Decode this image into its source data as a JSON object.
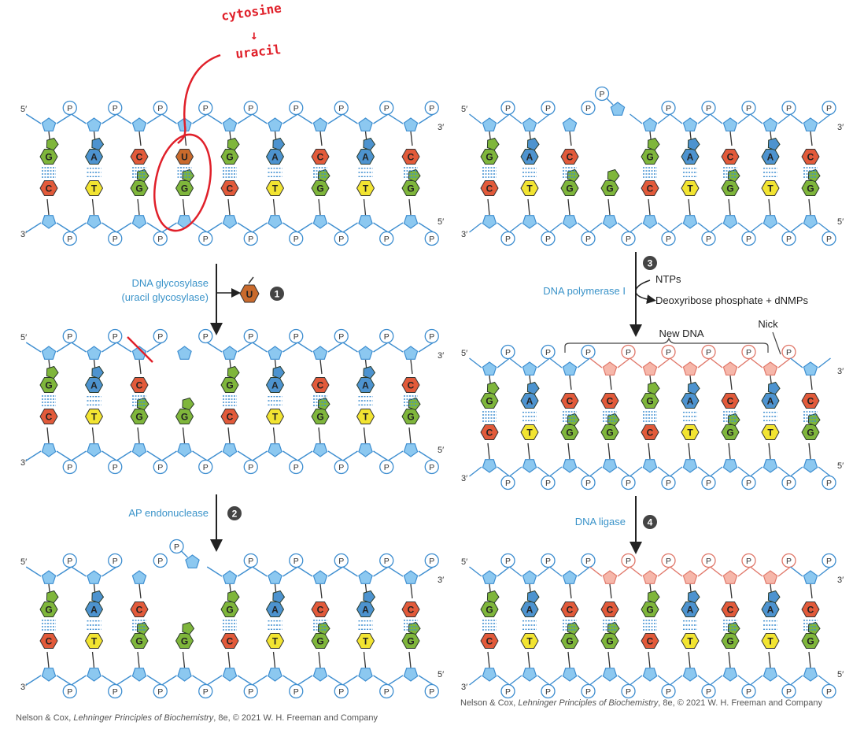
{
  "strand_labels": {
    "five_prime": "5′",
    "three_prime": "3′"
  },
  "phosphate_label": "P",
  "colors": {
    "backbone": "#3e8ed0",
    "sugar_fill": "#8cc8f0",
    "new_backbone": "#e0786a",
    "new_sugar_fill": "#f6b7aa",
    "G": "#7fb63b",
    "A": "#4d93cf",
    "C": "#e25a3a",
    "T": "#f2e431",
    "U": "#c96a2c",
    "hbond": "#3e8ed0",
    "enzyme_text": "#3a93c9",
    "step_badge": "#444444",
    "annotation_red": "#e0202a"
  },
  "panels": [
    {
      "id": "p1",
      "top": [
        "G",
        "A",
        "C",
        "U",
        "G",
        "A",
        "C",
        "A",
        "C"
      ],
      "bottom": [
        "C",
        "T",
        "G",
        "G",
        "C",
        "T",
        "G",
        "T",
        "G"
      ]
    },
    {
      "id": "p2",
      "top": [
        "G",
        "A",
        "C",
        "",
        "G",
        "A",
        "C",
        "A",
        "C"
      ],
      "bottom": [
        "C",
        "T",
        "G",
        "G",
        "C",
        "T",
        "G",
        "T",
        "G"
      ]
    },
    {
      "id": "p3",
      "top": [
        "G",
        "A",
        "C",
        "",
        "G",
        "A",
        "C",
        "A",
        "C"
      ],
      "bottom": [
        "C",
        "T",
        "G",
        "G",
        "C",
        "T",
        "G",
        "T",
        "G"
      ]
    },
    {
      "id": "p4",
      "top": [
        "G",
        "A",
        "C",
        "",
        "G",
        "A",
        "C",
        "A",
        "C"
      ],
      "bottom": [
        "C",
        "T",
        "G",
        "G",
        "C",
        "T",
        "G",
        "T",
        "G"
      ]
    },
    {
      "id": "p5",
      "top": [
        "G",
        "A",
        "C",
        "C",
        "G",
        "A",
        "C",
        "A",
        "C"
      ],
      "bottom": [
        "C",
        "T",
        "G",
        "G",
        "C",
        "T",
        "G",
        "T",
        "G"
      ]
    },
    {
      "id": "p6",
      "top": [
        "G",
        "A",
        "C",
        "C",
        "G",
        "A",
        "C",
        "A",
        "C"
      ],
      "bottom": [
        "C",
        "T",
        "G",
        "G",
        "C",
        "T",
        "G",
        "T",
        "G"
      ]
    }
  ],
  "steps": {
    "s1": {
      "number": "1",
      "enzyme_line1": "DNA glycosylase",
      "enzyme_line2": "(uracil glycosylase)",
      "released_base": "U"
    },
    "s2": {
      "number": "2",
      "enzyme": "AP endonuclease"
    },
    "s3": {
      "number": "3",
      "enzyme": "DNA polymerase I",
      "input": "NTPs",
      "output": "Deoxyribose phosphate + dNMPs"
    },
    "s4": {
      "number": "4",
      "enzyme": "DNA ligase"
    }
  },
  "annotations": {
    "new_dna": "New DNA",
    "nick": "Nick",
    "handwritten_line1": "cytosine",
    "handwritten_arrow": "↓",
    "handwritten_line2": "uracil"
  },
  "credit": {
    "prefix": "Nelson & Cox, ",
    "book": "Lehninger Principles of Biochemistry",
    "suffix": ", 8e, © 2021 W. H. Freeman and Company"
  }
}
